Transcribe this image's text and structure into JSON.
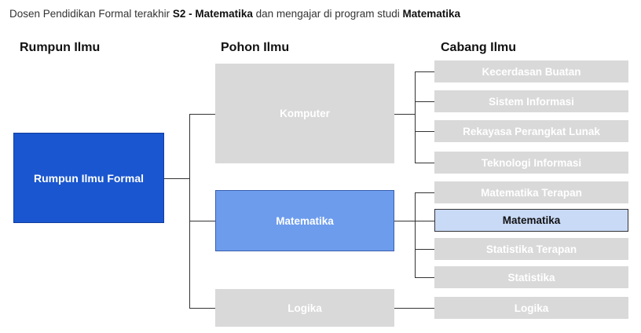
{
  "intro": {
    "part1": "Dosen Pendidikan Formal terakhir ",
    "degree": "S2 - Matematika",
    "part2": " dan mengajar di program studi ",
    "program": "Matematika"
  },
  "headers": {
    "rumpun": "Rumpun Ilmu",
    "pohon": "Pohon Ilmu",
    "cabang": "Cabang Ilmu"
  },
  "rumpun": {
    "label": "Rumpun Ilmu Formal"
  },
  "pohon": [
    {
      "label": "Komputer"
    },
    {
      "label": "Matematika"
    },
    {
      "label": "Logika"
    }
  ],
  "cabang": [
    {
      "label": "Kecerdasan Buatan"
    },
    {
      "label": "Sistem Informasi"
    },
    {
      "label": "Rekayasa Perangkat Lunak"
    },
    {
      "label": "Teknologi Informasi"
    },
    {
      "label": "Matematika Terapan"
    },
    {
      "label": "Matematika"
    },
    {
      "label": "Statistika Terapan"
    },
    {
      "label": "Statistika"
    },
    {
      "label": "Logika"
    }
  ],
  "colors": {
    "root": "#1a56cf",
    "active_branch": "#6d9ced",
    "active_leaf": "#c9daf7",
    "inactive": "#d9d9d9"
  }
}
